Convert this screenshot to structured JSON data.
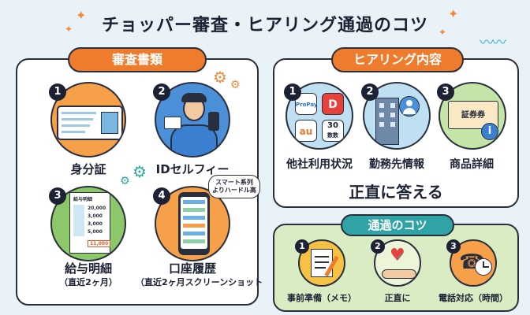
{
  "title": "チョッパー審査・ヒアリング通過のコツ",
  "sections": {
    "documents": {
      "heading": "審査書類",
      "items": [
        {
          "num": "1",
          "label": "身分証",
          "sub": ""
        },
        {
          "num": "2",
          "label": "IDセルフィー",
          "sub": ""
        },
        {
          "num": "3",
          "label": "給与明細",
          "sub": "（直近2ヶ月）"
        },
        {
          "num": "4",
          "label": "口座履歴",
          "sub": "（直近2ヶ月スクリーンショット"
        }
      ],
      "payslip_label": "給与明細",
      "payslip_rows": [
        "20,000",
        "3,000",
        "3,000",
        "5,000"
      ],
      "payslip_total": "11,000",
      "bubble": "スマート系列\nよりハードル高"
    },
    "hearing": {
      "heading": "ヒアリング内容",
      "items": [
        {
          "num": "1",
          "label": "他社利用状況"
        },
        {
          "num": "2",
          "label": "勤務先情報"
        },
        {
          "num": "3",
          "label": "商品詳細"
        }
      ],
      "apps": [
        "ProPay",
        "D",
        "au",
        "30",
        "数数"
      ],
      "ticket": "証券券",
      "answer": "正直に答える"
    },
    "tips": {
      "heading": "通過のコツ",
      "items": [
        {
          "num": "1",
          "label": "事前準備（メモ）"
        },
        {
          "num": "2",
          "label": "正直に"
        },
        {
          "num": "3",
          "label": "電話対応（時間）"
        }
      ]
    }
  },
  "colors": {
    "orange": "#ef7b2d",
    "teal": "#2fa3a5",
    "dark": "#1c2233",
    "green_panel": "#d9ecc4"
  }
}
